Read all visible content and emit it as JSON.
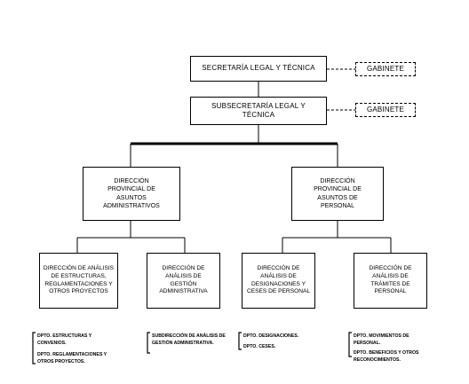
{
  "organigrama": {
    "secretaria": "SECRETARÍA LEGAL Y TÉCNICA",
    "subsecretaria": "SUBSECRETARÍA LEGAL Y TÉCNICA",
    "gabinete_1": "GABINETE",
    "gabinete_2": "GABINETE",
    "direccion_izquierda": "DIRECCIÓN PROVINCIAL DE ASUNTOS ADMINISTRATIVOS",
    "direccion_derecha": "DIRECCIÓN PROVINCIAL DE ASUNTOS DE PERSONAL",
    "dir_estructuras": "DIRECCIÓN DE ANÁLISIS DE ESTRUCTURAS, REGLAMENTACIONES Y OTROS PROYECTOS",
    "dir_gestion": "DIRECCIÓN DE ANÁLISIS DE GESTIÓN ADMINISTRATIVA",
    "dir_designaciones": "DIRECCIÓN DE ANÁLISIS DE DESIGNACIONES Y CESES DE PERSONAL",
    "dir_tramites": "DIRECCIÓN DE ANÁLISIS DE TRÁMITES DE PERSONAL",
    "notas_estructuras": [
      "DPTO. ESTRUCTURAS Y CONVENIOS.",
      "DPTO. REGLAMENTACIONES Y OTROS PROYECTOS."
    ],
    "notas_gestion": [
      "SUBDIRECCIÓN DE ANÁLISIS DE GESTIÓN ADMINISTRATIVA."
    ],
    "notas_designaciones": [
      "DPTO. DESIGNACIONES.",
      "DPTO. CESES."
    ],
    "notas_tramites": [
      "DPTO. MOVIMIENTOS DE PERSONAL.",
      "DPTO. BENEFICIOS Y OTROS RECONOCIMIENTOS."
    ]
  }
}
